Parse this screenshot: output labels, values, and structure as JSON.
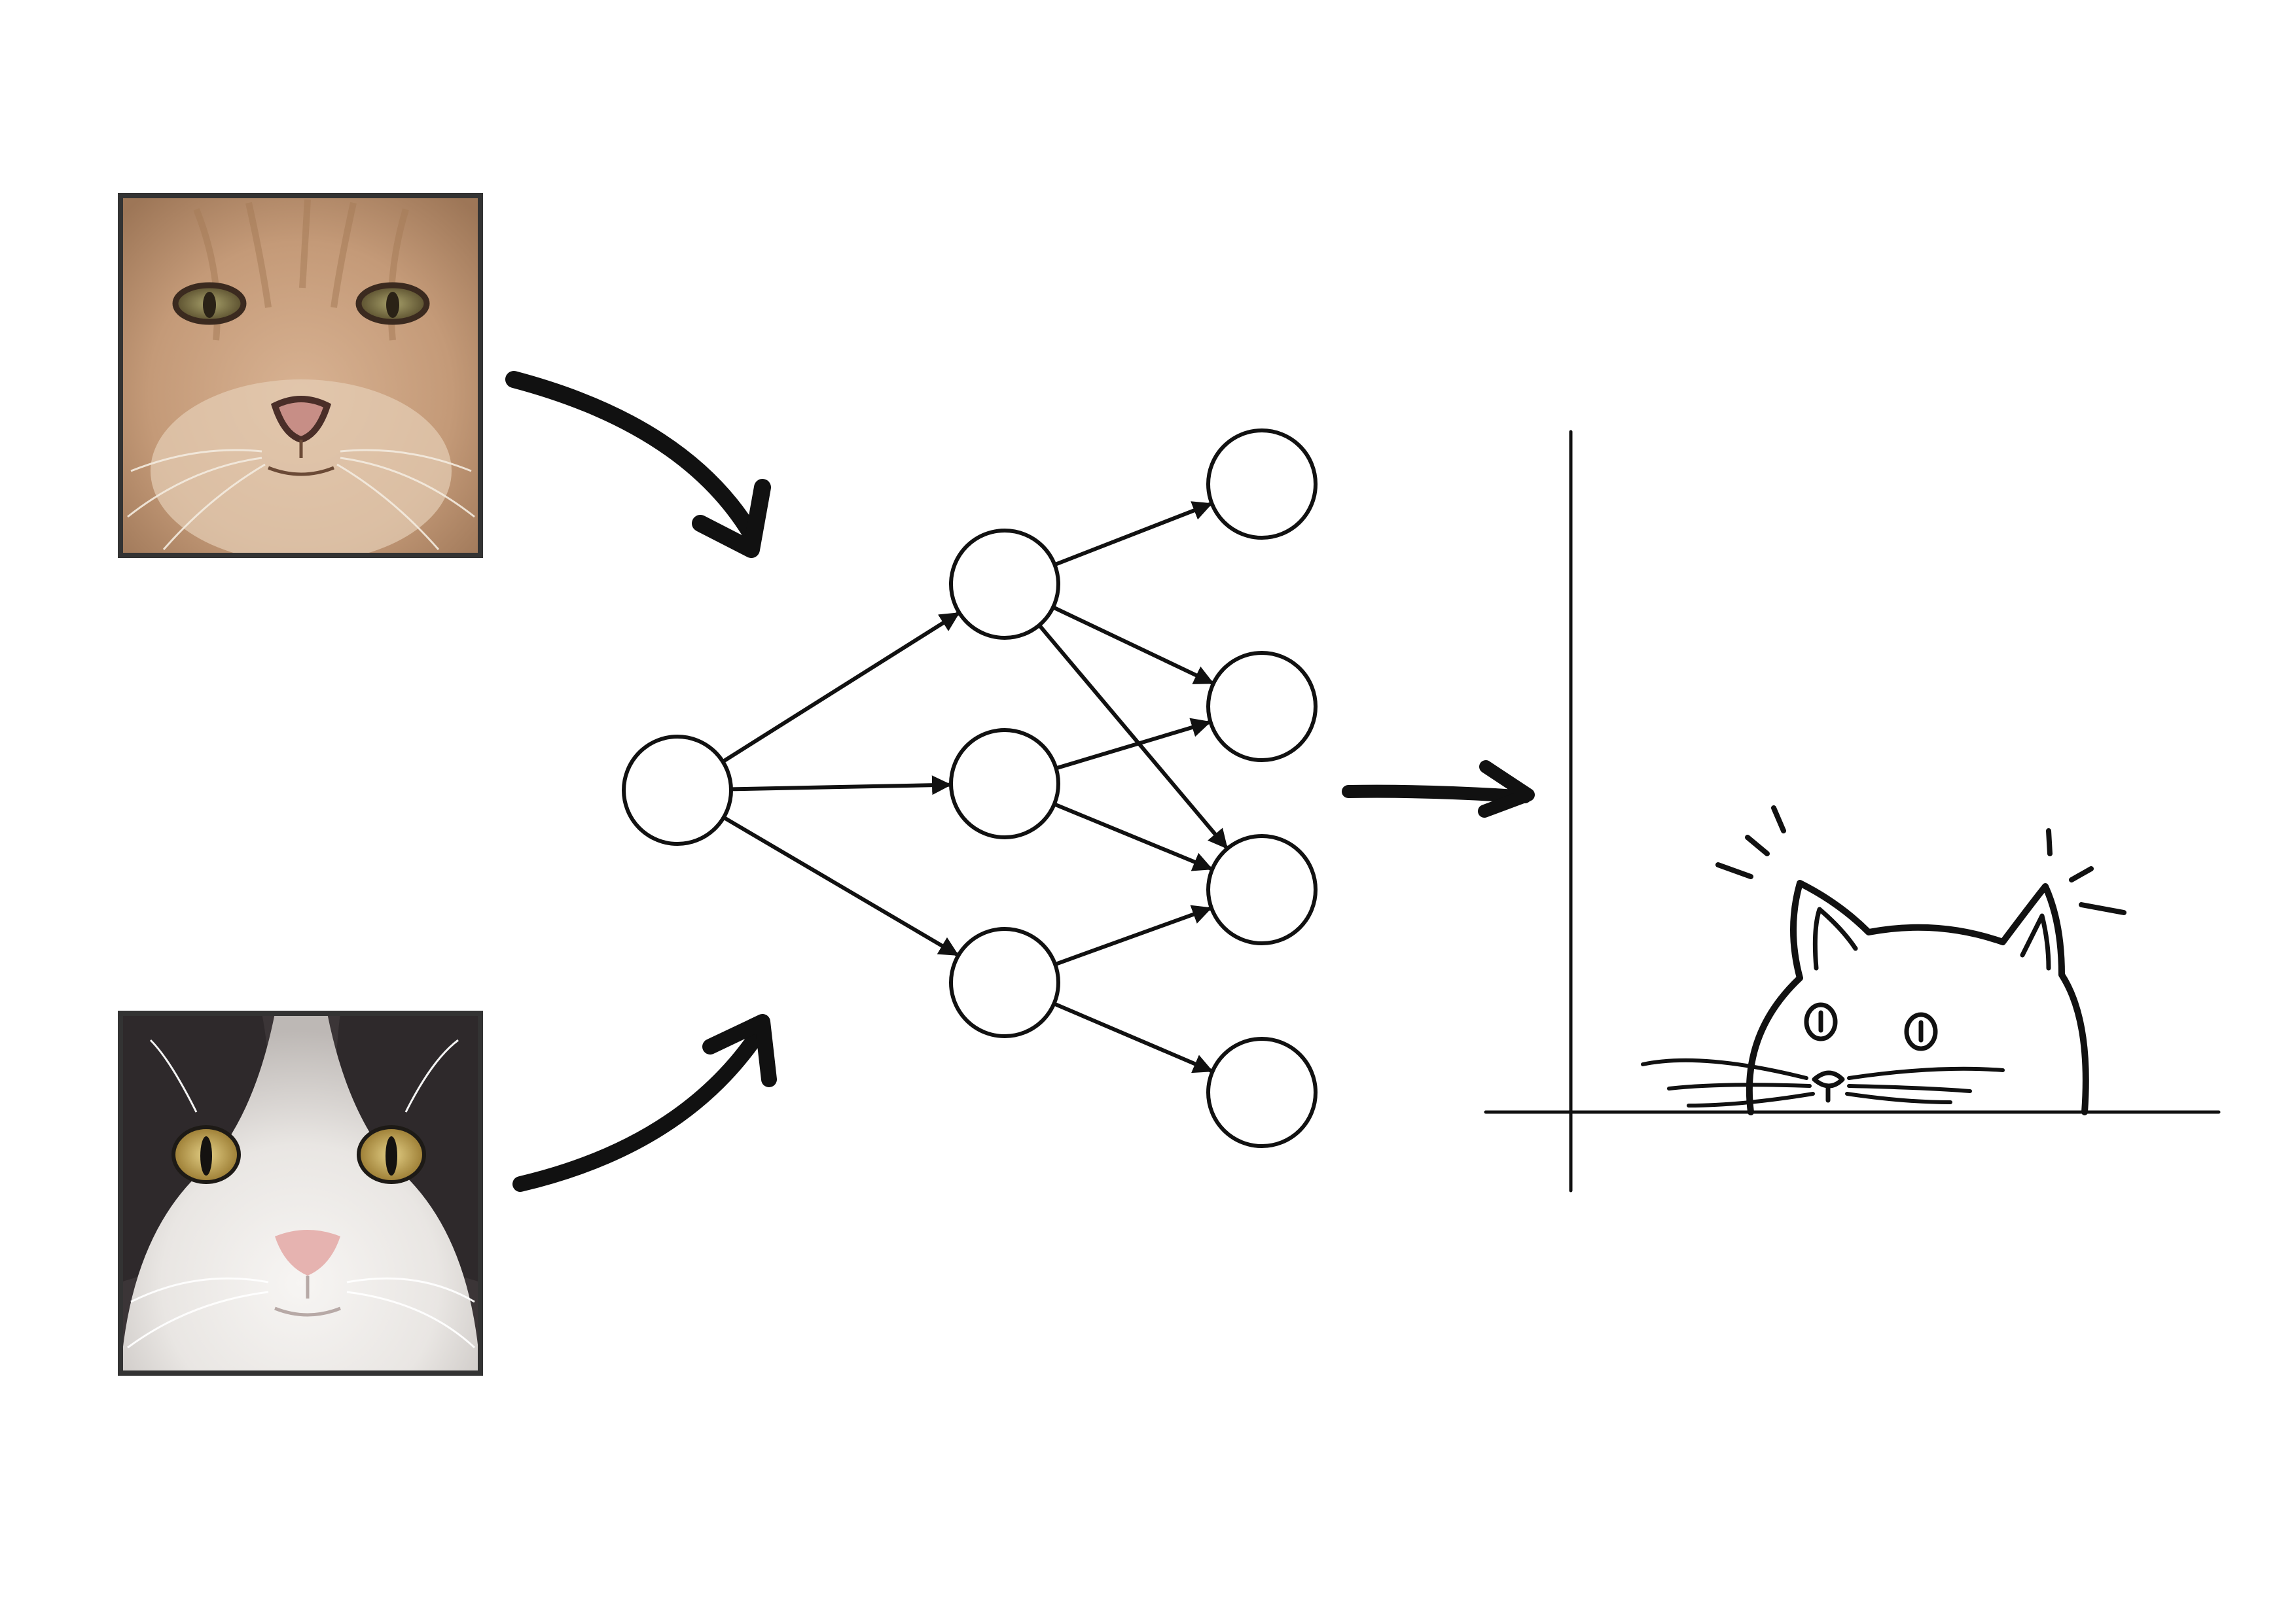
{
  "diagram": {
    "photos": [
      {
        "name": "orange-tabby-cat-photo",
        "palette": [
          "#c9a07f",
          "#b98a68",
          "#dfc0a0",
          "#8a6a4e"
        ]
      },
      {
        "name": "black-white-cat-photo",
        "palette": [
          "#3a3436",
          "#f3f1ef",
          "#c9a85a",
          "#e8b7b4"
        ]
      }
    ],
    "network": {
      "layers": [
        1,
        3,
        4
      ],
      "edges": [
        [
          "in",
          "h1"
        ],
        [
          "in",
          "h2"
        ],
        [
          "in",
          "h3"
        ],
        [
          "h1",
          "o1"
        ],
        [
          "h1",
          "o2"
        ],
        [
          "h1",
          "o3"
        ],
        [
          "h2",
          "o2"
        ],
        [
          "h2",
          "o3"
        ],
        [
          "h3",
          "o3"
        ],
        [
          "h3",
          "o4"
        ]
      ]
    },
    "output": {
      "illustration": "cartoon-cat-peeking-over-axes",
      "line_color": "#111111"
    }
  }
}
